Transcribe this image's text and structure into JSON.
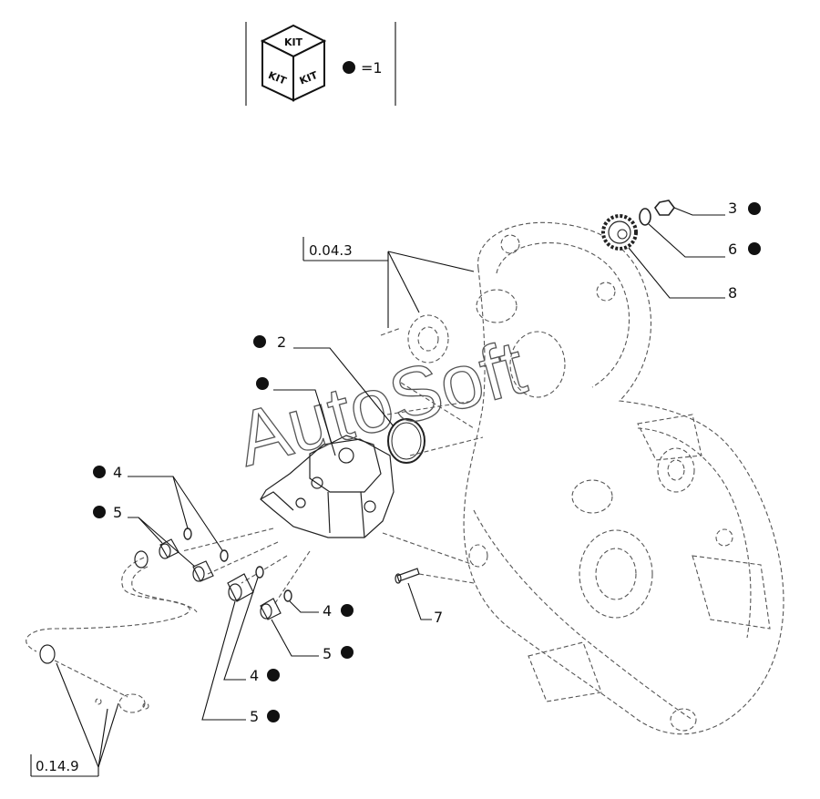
{
  "watermark": "AutoSoft",
  "kit_legend": {
    "kit_word": "KIT",
    "equals_text": "=1"
  },
  "reference_labels": [
    "0.04.3",
    "0.14.9"
  ],
  "callouts": [
    {
      "number": "3",
      "kit": true
    },
    {
      "number": "6",
      "kit": true
    },
    {
      "number": "8",
      "kit": false
    },
    {
      "number": "2",
      "kit": true
    },
    {
      "number": "",
      "kit": true
    },
    {
      "number": "4",
      "kit": true
    },
    {
      "number": "5",
      "kit": true
    },
    {
      "number": "4",
      "kit": true
    },
    {
      "number": "5",
      "kit": true
    },
    {
      "number": "4",
      "kit": true
    },
    {
      "number": "5",
      "kit": true
    },
    {
      "number": "7",
      "kit": false
    }
  ],
  "colors": {
    "ink": "#111111",
    "dashed_line": "#555555",
    "background": "#ffffff"
  }
}
